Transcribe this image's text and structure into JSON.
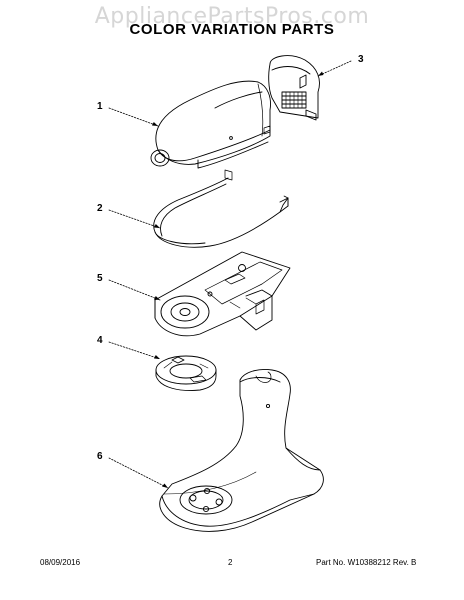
{
  "watermark": "AppliancePartsPros.com",
  "title": "COLOR VARIATION PARTS",
  "callouts": {
    "c1": "1",
    "c2": "2",
    "c3": "3",
    "c4": "4",
    "c5": "5",
    "c6": "6"
  },
  "footer": {
    "date": "08/09/2016",
    "page": "2",
    "part_no": "Part No. W10388212  Rev. B"
  }
}
